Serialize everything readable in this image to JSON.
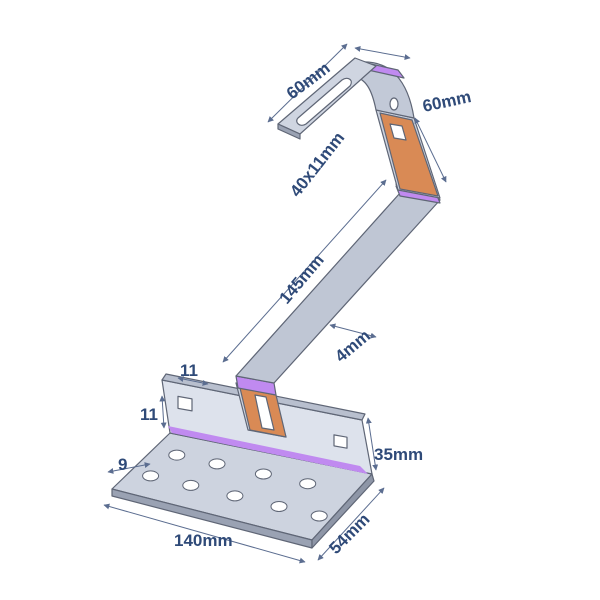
{
  "colors": {
    "metal_light": "#d4dae6",
    "metal_mid": "#bcc3d2",
    "metal_dark": "#9aa2b3",
    "edge": "#5f6676",
    "bend_purple": "#c08af0",
    "slot_copper": "#d98a55",
    "dimension_text": "#2f4a78",
    "dimension_line": "#5b6d90"
  },
  "dimensions": {
    "top_width": "60mm",
    "top_length": "60mm",
    "slot_size": "40x11mm",
    "arm_length": "145mm",
    "thickness": "4mm",
    "hole_width": "11",
    "hole_height": "11",
    "hole_spacing": "9",
    "flange_height": "35mm",
    "base_length": "140mm",
    "base_width": "54mm"
  }
}
